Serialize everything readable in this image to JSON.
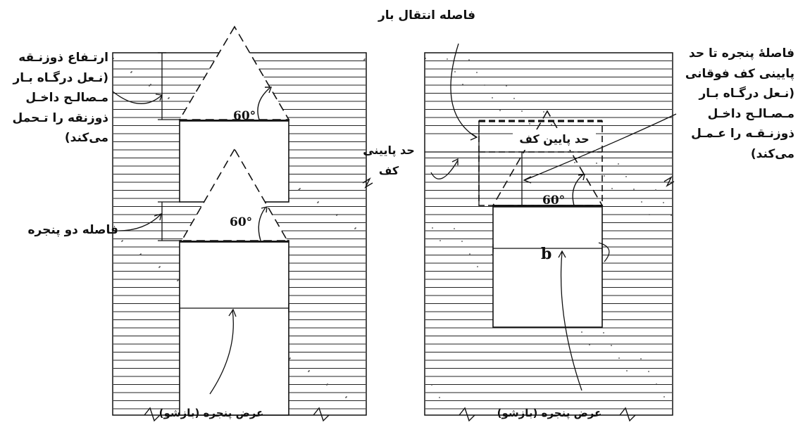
{
  "labels": {
    "left_arch_height": "ارتـفاع ذوزنـقه\n(نـعل درگـاه بـار\nمـصالـح داخـل\nذوزنقه را تـحمل\nمی‌کند)",
    "left_gap": "فاصله دو پنجره",
    "left_width": "عرض پنجره (بازشو)",
    "right_transfer": "فاصله انتقال بار",
    "right_distance": "فاصلۀ پنجره تا حد\nپایینی کف فوقانی\n(نـعل درگـاه بـار\nمـصـالـح داخـل\nذوزنـقـه را عـمـل\nمی‌کند)",
    "right_floor_edge": "حد پایینی\nکف",
    "right_floor_inner": "حد پایین کف",
    "right_width": "عرض پنجره (بازشو)",
    "right_b": "b"
  },
  "angles": {
    "left_top": "60°",
    "left_bottom": "60°",
    "right": "60°"
  },
  "colors": {
    "ink": "#111111",
    "paper": "#ffffff"
  }
}
